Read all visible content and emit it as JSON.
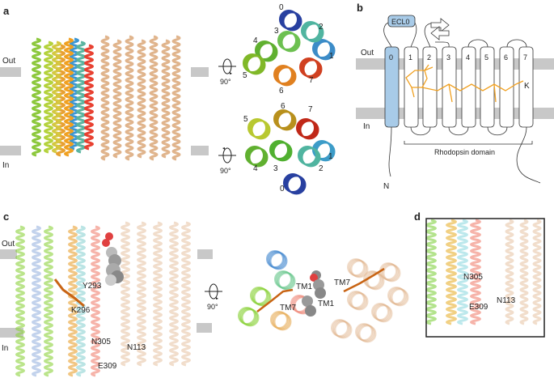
{
  "panels": {
    "a": {
      "label": "a",
      "out": "Out",
      "in": "In",
      "rotation_top": "90°",
      "rotation_bottom": "90°",
      "top_view_helices": [
        "0",
        "1",
        "2",
        "3",
        "4",
        "5",
        "6",
        "7"
      ],
      "bottom_view_helices": [
        "0",
        "1",
        "2",
        "3",
        "4",
        "5",
        "6",
        "7"
      ]
    },
    "b": {
      "label": "b",
      "out": "Out",
      "in": "In",
      "ecl": "ECL0",
      "helices": [
        "0",
        "1",
        "2",
        "3",
        "4",
        "5",
        "6",
        "7"
      ],
      "lysine": "K",
      "domain": "Rhodopsin domain",
      "n_term": "N"
    },
    "c": {
      "label": "c",
      "out": "Out",
      "in": "In",
      "rotation": "90°",
      "residues": {
        "y293": "Y293",
        "k296": "K296",
        "n305": "N305",
        "n113": "N113",
        "e309": "E309"
      },
      "tm": {
        "tm1a": "TM1",
        "tm7a": "TM7",
        "tm7b": "TM7",
        "tm1b": "TM1"
      }
    },
    "d": {
      "label": "d",
      "residues": {
        "n305": "N305",
        "n113": "N113",
        "e309": "E309"
      }
    }
  },
  "colors": {
    "helix0": "#a8cbe8",
    "retinal": "#f0a020",
    "membrane": "#c8c8c8",
    "tan": "#e0b48c"
  }
}
